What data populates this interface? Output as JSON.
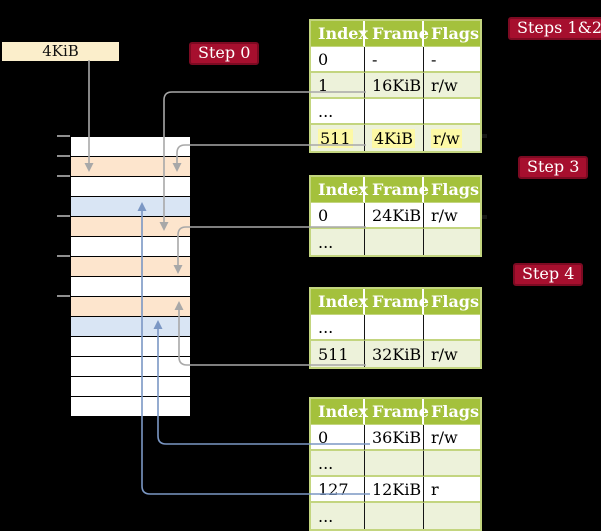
{
  "pointer_box": {
    "label": "4KiB"
  },
  "step_labels": {
    "step0": "Step 0",
    "steps12": "Steps 1&2",
    "step3": "Step 3",
    "step4": "Step 4"
  },
  "tables": [
    {
      "step": "Steps 1&2",
      "headers": [
        "Index",
        "Frame",
        "Flags"
      ],
      "rows": [
        [
          "0",
          "-",
          "-"
        ],
        [
          "1",
          "16KiB",
          "r/w"
        ],
        [
          "...",
          "",
          ""
        ],
        [
          "511",
          "4KiB",
          "r/w"
        ]
      ],
      "highlighted_row": 3
    },
    {
      "step": "Step 3",
      "headers": [
        "Index",
        "Frame",
        "Flags"
      ],
      "rows": [
        [
          "0",
          "24KiB",
          "r/w"
        ],
        [
          "...",
          "",
          ""
        ]
      ]
    },
    {
      "step": "Step 4",
      "headers": [
        "Index",
        "Frame",
        "Flags"
      ],
      "rows": [
        [
          "...",
          "",
          ""
        ],
        [
          "511",
          "32KiB",
          "r/w"
        ]
      ]
    },
    {
      "step": "",
      "headers": [
        "Index",
        "Frame",
        "Flags"
      ],
      "rows": [
        [
          "0",
          "36KiB",
          "r/w"
        ],
        [
          "...",
          "",
          ""
        ],
        [
          "127",
          "12KiB",
          "r"
        ],
        [
          "...",
          "",
          ""
        ]
      ]
    }
  ],
  "memory": {
    "rows": [
      "white",
      "orange",
      "white",
      "blue",
      "orange",
      "white",
      "orange",
      "white",
      "orange",
      "blue",
      "white",
      "white",
      "white",
      "white"
    ],
    "row_size": "4KiB",
    "tick_row_indices": [
      0,
      1,
      2,
      4,
      6,
      8
    ]
  },
  "arrows": [
    {
      "from": "pointer-box-4KiB",
      "to": "memory-row-1 (4KiB)",
      "color": "gray"
    },
    {
      "from": "table1-entry-1-16KiB",
      "to": "memory-row-4 (16KiB)",
      "color": "gray"
    },
    {
      "from": "table1-entry-511-4KiB",
      "to": "memory-row-1 (4KiB)",
      "color": "gray"
    },
    {
      "from": "table2-entry-0-24KiB",
      "to": "memory-row-6 (24KiB)",
      "color": "gray"
    },
    {
      "from": "table3-entry-511-32KiB",
      "to": "memory-row-8 (32KiB)",
      "color": "gray"
    },
    {
      "from": "table4-entry-0-36KiB",
      "to": "memory-row-9 (36KiB)",
      "color": "blue"
    },
    {
      "from": "table4-entry-127-12KiB",
      "to": "memory-row-3 (12KiB)",
      "color": "blue"
    }
  ],
  "colors": {
    "background": "#000000",
    "crimson_label": "#a60f2e",
    "crimson_border": "#7c0a22",
    "table_header_green": "#a4c13c",
    "table_border_light": "#c3d57f",
    "row_shade": "#edf2da",
    "highlight_yellow": "#fdf9a5",
    "pointer_box_wheat": "#fbeecb",
    "memory_orange": "#fde5cd",
    "memory_blue": "#d9e5f4",
    "arrow_gray": "#a8a8a8",
    "arrow_blue": "#7b97c4"
  }
}
